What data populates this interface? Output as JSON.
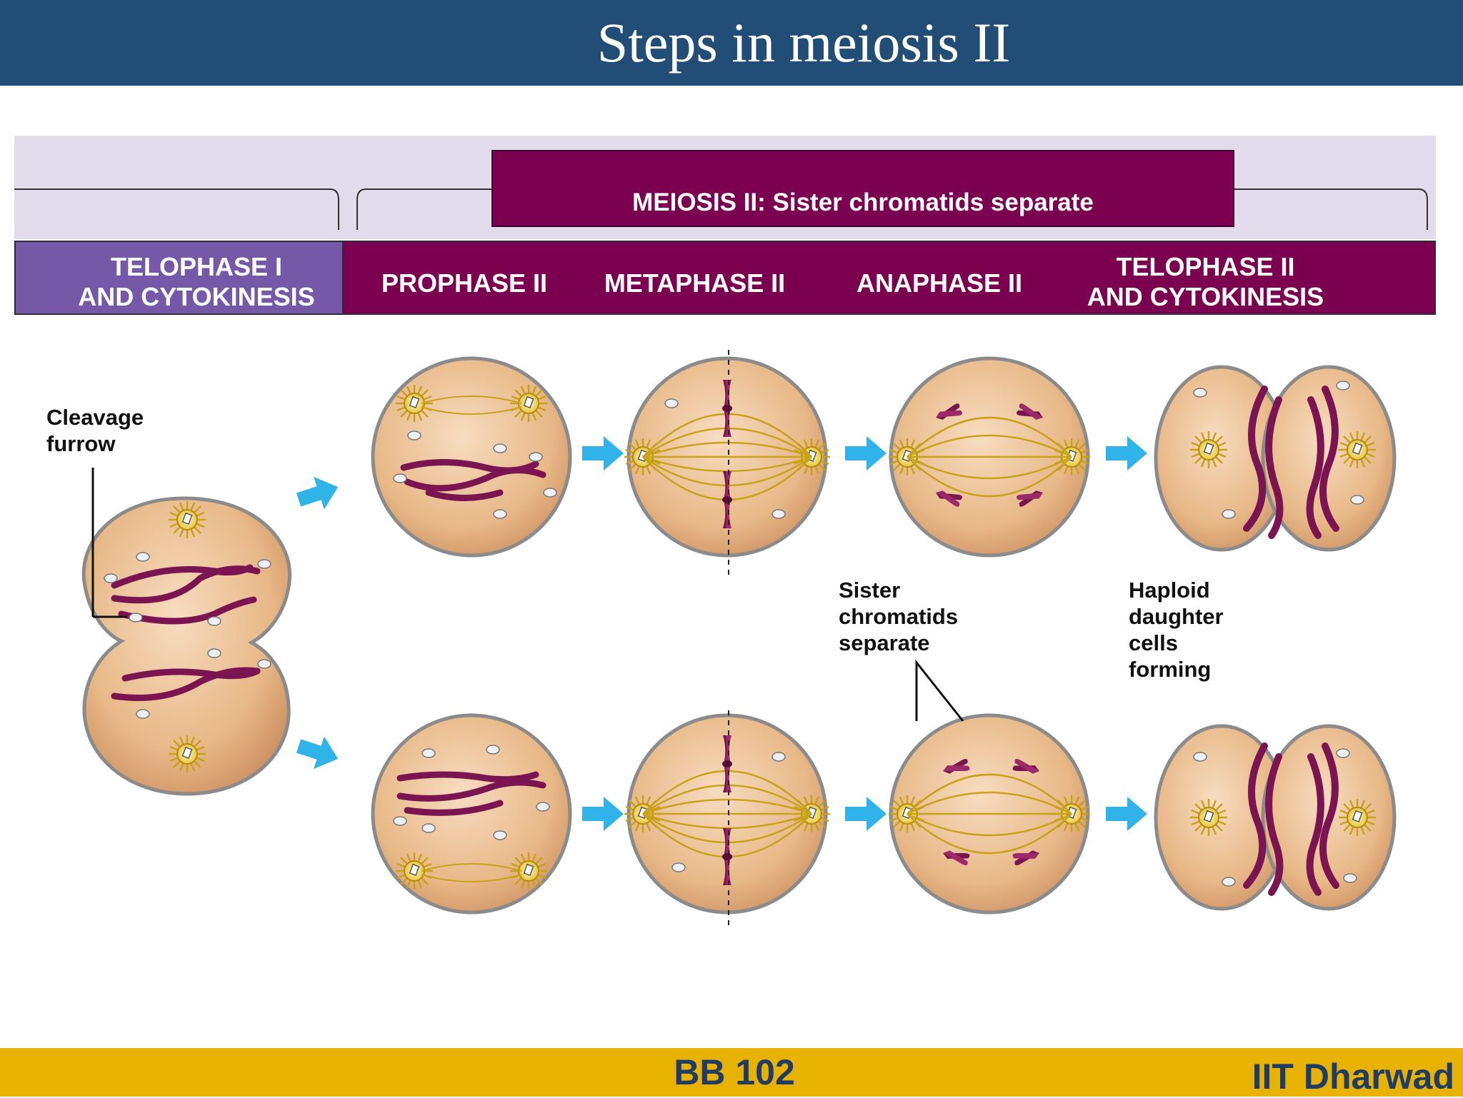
{
  "slide": {
    "title": "Steps in meiosis II",
    "banner": "MEIOSIS II: Sister chromatids separate",
    "phases": [
      {
        "line1": "TELOPHASE I",
        "line2": "AND CYTOKINESIS"
      },
      {
        "line1": "PROPHASE II"
      },
      {
        "line1": "METAPHASE II"
      },
      {
        "line1": "ANAPHASE II"
      },
      {
        "line1": "TELOPHASE II",
        "line2": "AND CYTOKINESIS"
      }
    ],
    "annotations": {
      "cleavage": "Cleavage\nfurrow",
      "sister": "Sister\nchromatids\nseparate",
      "haploid": "Haploid\ndaughter\ncells\nforming"
    },
    "footer": {
      "course": "BB 102",
      "institute": "IIT Dharwad"
    }
  },
  "colors": {
    "header": "#214d77",
    "phase_band": "#7b0050",
    "telophase1": "#7658a8",
    "footer": "#e7b300",
    "arrow": "#2fb3e8",
    "chromosome": "#7a1552",
    "cell": "#eab98a"
  }
}
